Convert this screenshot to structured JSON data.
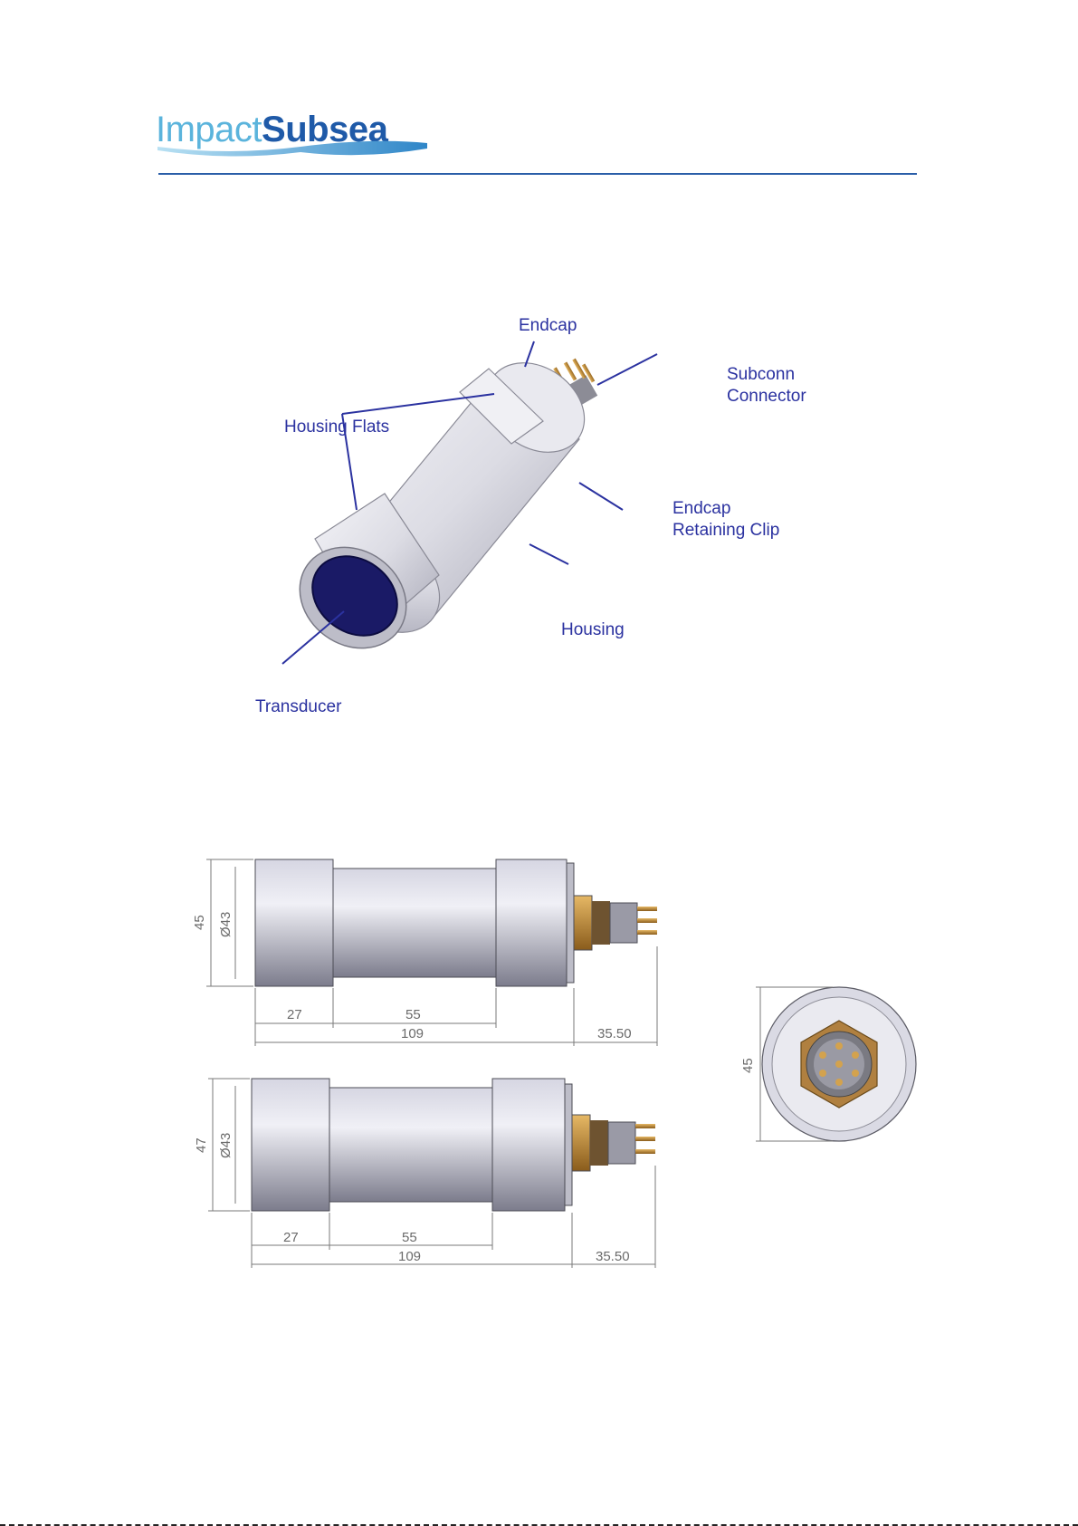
{
  "logo": {
    "part1": "Impact",
    "part2": "Subsea"
  },
  "callouts": {
    "endcap": "Endcap",
    "subconn_1": "Subconn",
    "subconn_2": "Connector",
    "housing_flats": "Housing Flats",
    "retaining_1": "Endcap",
    "retaining_2": "Retaining Clip",
    "housing": "Housing",
    "transducer": "Transducer"
  },
  "drawing": {
    "top_view": {
      "height": "45",
      "diameter": "Ø43",
      "d_flat": "27",
      "d_mid": "55",
      "d_total": "109",
      "d_conn": "35.50"
    },
    "bottom_view": {
      "height": "47",
      "diameter": "Ø43",
      "d_flat": "27",
      "d_mid": "55",
      "d_total": "109",
      "d_conn": "35.50"
    },
    "end_view": {
      "height": "45"
    }
  },
  "colors": {
    "brand_light": "#5bb4dc",
    "brand_dark": "#1f5aa8",
    "callout": "#2b32a0",
    "connector": "#c08a3a"
  }
}
